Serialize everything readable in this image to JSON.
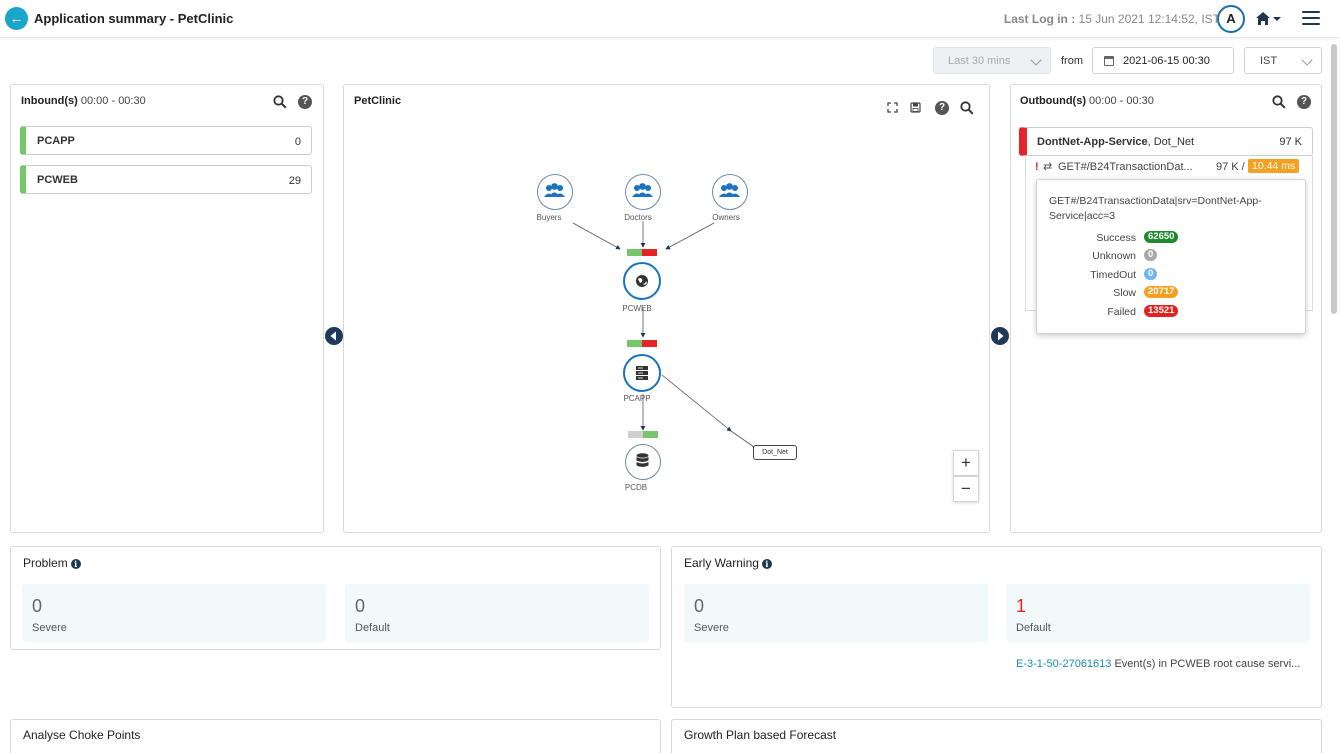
{
  "header": {
    "title": "Application summary - PetClinic",
    "last_log_label": "Last Log in :",
    "last_log_value": "15 Jun 2021 12:14:52, IST",
    "avatar_letter": "A"
  },
  "filters": {
    "range": "Last 30 mins",
    "from_label": "from",
    "date": "2021-06-15 00:30",
    "timezone": "IST"
  },
  "inbound": {
    "title": "Inbound(s)",
    "time": "00:00 - 00:30",
    "items": [
      {
        "name": "PCAPP",
        "count": "0"
      },
      {
        "name": "PCWEB",
        "count": "29"
      }
    ]
  },
  "topology": {
    "title": "PetClinic",
    "nodes": {
      "buyers": "Buyers",
      "doctors": "Doctors",
      "owners": "Owners",
      "pcweb": "PCWEB",
      "pcapp": "PCAPP",
      "pcdb": "PCDB",
      "dotnet": "Dot_Net"
    },
    "zoom_in": "+",
    "zoom_out": "−"
  },
  "outbound": {
    "title": "Outbound(s)",
    "time": "00:00 - 00:30",
    "service_name": "DontNet-App-Service",
    "service_type": ", Dot_Net",
    "service_count": "97 K",
    "txn_alert": "!",
    "txn_icon": "⇄",
    "txn_name": "GET#/B24TransactionDat...",
    "txn_count": "97 K /",
    "txn_time": "10.44 ms",
    "tooltip": {
      "title": "GET#/B24TransactionData|srv=DontNet-App-Service|acc=3",
      "rows": [
        {
          "label": "Success",
          "value": "62650",
          "color": "#1f8a2d"
        },
        {
          "label": "Unknown",
          "value": "0",
          "color": "#a9a9a9"
        },
        {
          "label": "TimedOut",
          "value": "0",
          "color": "#6fb6ef"
        },
        {
          "label": "Slow",
          "value": "20717",
          "color": "#f4a020"
        },
        {
          "label": "Failed",
          "value": "13521",
          "color": "#e3221e"
        }
      ]
    }
  },
  "problem": {
    "title": "Problem",
    "severe_value": "0",
    "severe_label": "Severe",
    "default_value": "0",
    "default_label": "Default"
  },
  "early_warning": {
    "title": "Early Warning",
    "severe_value": "0",
    "severe_label": "Severe",
    "default_value": "1",
    "default_label": "Default",
    "event_id": "E-3-1-50-27061613",
    "event_text": "Event(s) in PCWEB root cause servi..."
  },
  "choke_points": {
    "title": "Analyse Choke Points"
  },
  "growth_plan": {
    "title": "Growth Plan based Forecast"
  },
  "colors": {
    "accent": "#1aa5c9",
    "healthy": "#77c66b",
    "critical": "#e5242a",
    "node_border": "#1a73c0"
  }
}
